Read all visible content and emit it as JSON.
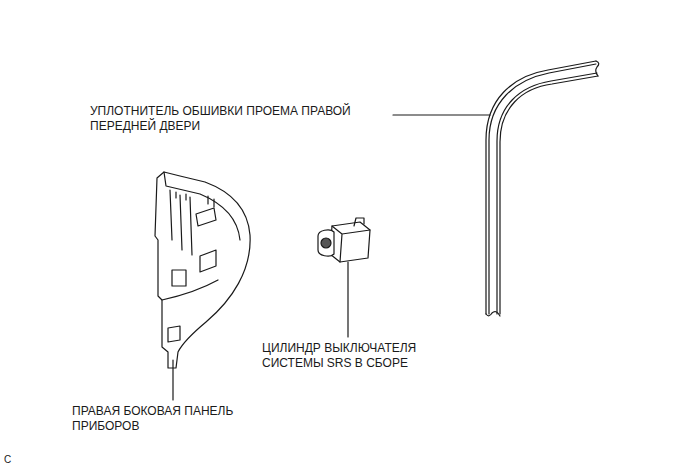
{
  "diagram": {
    "labels": [
      "УПЛОТНИТЕЛЬ ОБШИВКИ ПРОЕМА ПРАВОЙ ПЕРЕДНЕЙ ДВЕРИ",
      "ЦИЛИНДР ВЫКЛЮЧАТЕЛЯ СИСТЕМЫ SRS В СБОРЕ",
      "ПРАВАЯ БОКОВАЯ ПАНЕЛЬ ПРИБОРОВ",
      "C"
    ]
  }
}
